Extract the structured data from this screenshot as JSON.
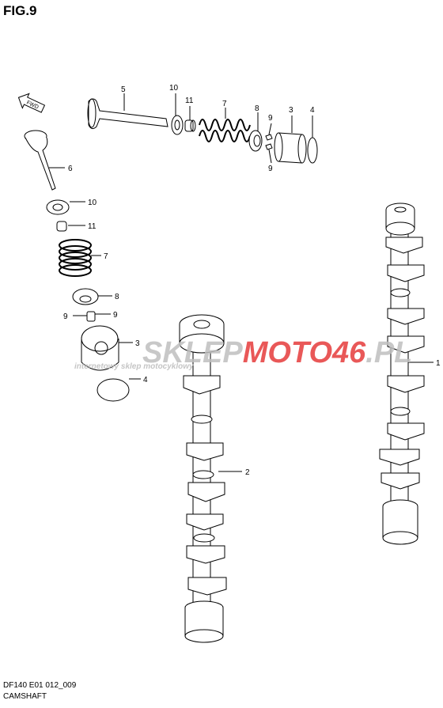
{
  "figure": {
    "title": "FIG.9"
  },
  "watermark": {
    "part_a": "SKLEP",
    "part_b": "MOTO",
    "part_c": "46",
    "part_d": ".PL",
    "tagline": "internetowy sklep motocyklowy",
    "accent_color": "#e63b3b",
    "gray_color": "#bfbfbf"
  },
  "direction_marker": {
    "text": "FWD"
  },
  "part_labels": {
    "p1": "1",
    "p2": "2",
    "p3a": "3",
    "p3b": "3",
    "p4a": "4",
    "p4b": "4",
    "p5": "5",
    "p6": "6",
    "p7a": "7",
    "p7b": "7",
    "p8a": "8",
    "p8b": "8",
    "p9a": "9",
    "p9b": "9",
    "p9c": "9",
    "p9d": "9",
    "p10a": "10",
    "p10b": "10",
    "p11a": "11",
    "p11b": "11"
  },
  "footer": {
    "code": "DF140 E01 012_009",
    "caption": "CAMSHAFT"
  }
}
